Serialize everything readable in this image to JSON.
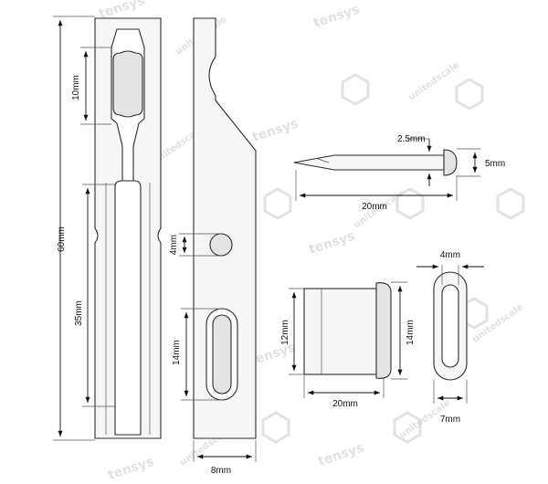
{
  "watermark": {
    "brand": "tensys",
    "site": "unitedscale"
  },
  "dimensions": {
    "overall_length": "60mm",
    "slot_length": "10mm",
    "lower_slot_length": "35mm",
    "hole_size": "4mm",
    "oval_slot_length": "14mm",
    "strip_width": "8mm",
    "pin_shank": "2.5mm",
    "pin_head": "5mm",
    "pin_length": "20mm",
    "sleeve_body_height": "12mm",
    "sleeve_flange_height": "14mm",
    "sleeve_length": "20mm",
    "end_view_width": "4mm",
    "end_view_outer": "7mm"
  }
}
